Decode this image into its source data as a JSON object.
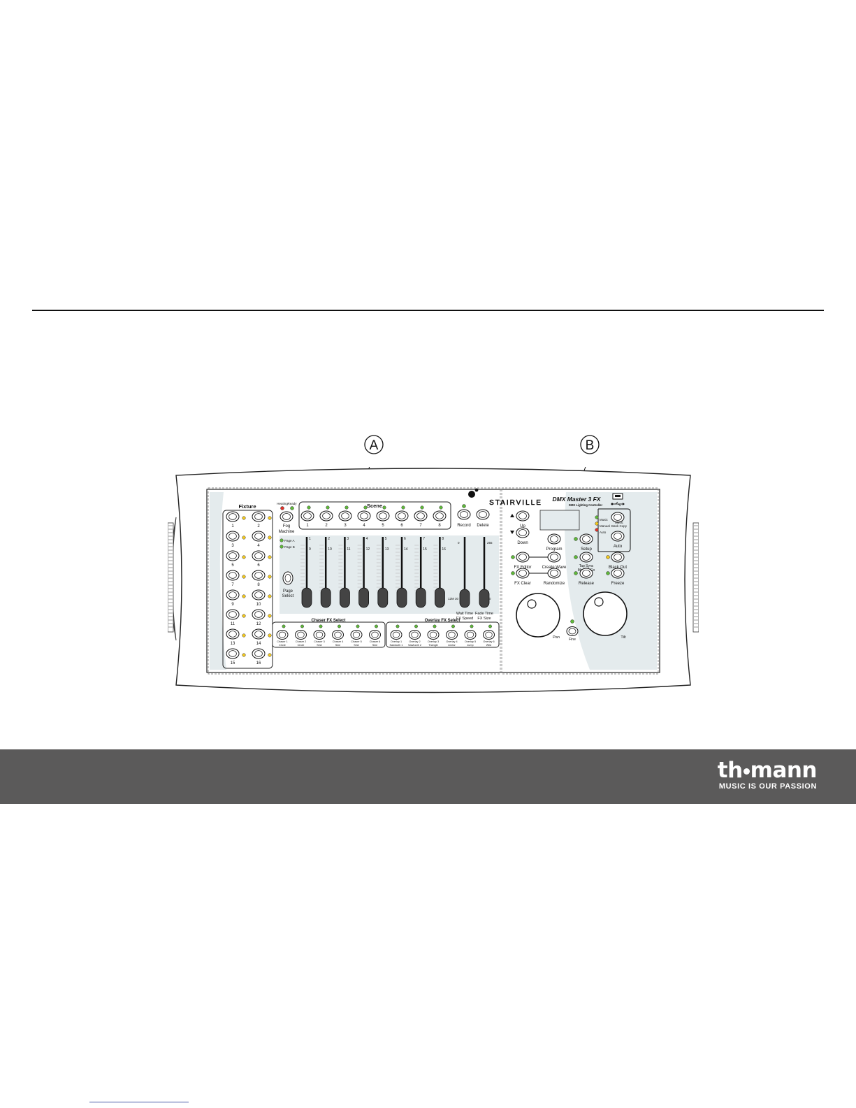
{
  "callouts": {
    "a": "A",
    "b": "B"
  },
  "controller": {
    "brand": "STAIRVILLE",
    "model": "DMX Master 3 FX",
    "model_sub": "DMX Lighting Controller",
    "fixture_title": "Fixture",
    "fixture_labels": [
      "1",
      "2",
      "3",
      "4",
      "5",
      "6",
      "7",
      "8",
      "9",
      "10",
      "11",
      "12",
      "13",
      "14",
      "15",
      "16"
    ],
    "heating_label": "Heating",
    "ready_label": "Ready",
    "fog_line1": "Fog",
    "fog_line2": "Machine",
    "scene_title": "Scene",
    "scene_labels": [
      "1",
      "2",
      "3",
      "4",
      "5",
      "6",
      "7",
      "8"
    ],
    "record_label": "Record",
    "delete_label": "Delete",
    "page_a_label": "Page A",
    "page_b_label": "Page B",
    "page_select_line1": "Page",
    "page_select_line2": "Select",
    "fader_upper": [
      "1",
      "2",
      "3",
      "4",
      "5",
      "6",
      "7",
      "8"
    ],
    "fader_lower": [
      "9",
      "10",
      "11",
      "12",
      "13",
      "14",
      "15",
      "16"
    ],
    "speed_zero": "0",
    "speed_max": "255",
    "speed_scale": "12M 30",
    "fade_zero": "0",
    "wait_line1": "Wait Time",
    "wait_line2": "FX Speed",
    "fade_line1": "Fade Time",
    "fade_line2": "FX Size",
    "chaser_title": "Chaser FX Select",
    "chaser_items": [
      {
        "l1": "Chaser 1",
        "l2": "Circle"
      },
      {
        "l1": "Chaser 2",
        "l2": "Circle"
      },
      {
        "l1": "Chaser 3",
        "l2": "Sine"
      },
      {
        "l1": "Chaser 4",
        "l2": "Sine"
      },
      {
        "l1": "Chaser 5",
        "l2": "Sine"
      },
      {
        "l1": "Chaser 6",
        "l2": "Sine"
      }
    ],
    "overlay_title": "Overlay FX Select",
    "overlay_items": [
      {
        "l1": "Overlay 1",
        "l2": "Sawtooth 1"
      },
      {
        "l1": "Overlay 2",
        "l2": "Sawtooth 2"
      },
      {
        "l1": "Overlay 3",
        "l2": "Triangle"
      },
      {
        "l1": "Overlay 4",
        "l2": "Linear"
      },
      {
        "l1": "Overlay 5",
        "l2": "Jump"
      },
      {
        "l1": "Overlay 6",
        "l2": "Wild"
      }
    ],
    "up_label": "Up",
    "down_label": "Down",
    "program_label": "Program",
    "setup_label": "Setup",
    "music_label": "Music",
    "manual_label": "Manual",
    "auto_mode_label": "Auto",
    "music_bank_line1": "Music",
    "music_bank_line2": "Bank Copy",
    "auto_label": "Auto",
    "fx_editor_label": "FX Editor",
    "create_wave_label": "Create Wave",
    "tap_sync_line1": "Tap Sync",
    "tap_sync_line2": "Manual Go",
    "black_out_label": "Black Out",
    "fx_clear_label": "FX Clear",
    "randomize_label": "Randomize",
    "release_label": "Release",
    "freeze_label": "Freeze",
    "pan_label": "Pan",
    "fine_label": "Fine",
    "tilt_label": "Tilt"
  },
  "footer": {
    "brand_pre": "th",
    "brand_post": "mann",
    "tagline": "MUSIC IS OUR PASSION"
  },
  "colors": {
    "led_green": "#5fb83a",
    "led_yellow": "#f2c81f",
    "led_red": "#e0322a",
    "footer_band": "#5b5a5a",
    "panel_tint": "#e4ebed"
  }
}
